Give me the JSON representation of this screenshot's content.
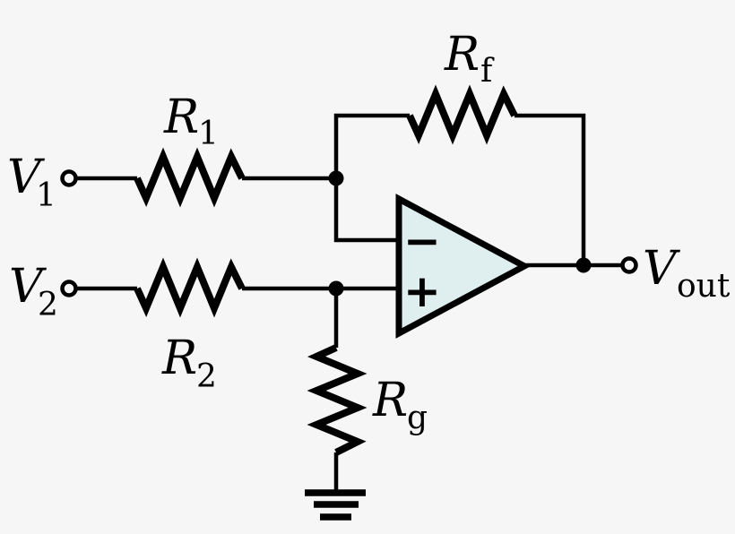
{
  "circuit": {
    "type": "op-amp differential amplifier schematic",
    "background_color": "#f6f6f6",
    "line_color": "#000000",
    "opamp": {
      "fill_color": "#dfeeee",
      "inverting_input_symbol": "−",
      "noninverting_input_symbol": "+"
    },
    "labels": {
      "v1": {
        "main": "V",
        "sub": "1"
      },
      "r1": {
        "main": "R",
        "sub": "1"
      },
      "rf": {
        "main": "R",
        "sub": "f"
      },
      "v2": {
        "main": "V",
        "sub": "2"
      },
      "r2": {
        "main": "R",
        "sub": "2"
      },
      "rg": {
        "main": "R",
        "sub": "g"
      },
      "vout": {
        "main": "V",
        "sub": "out"
      }
    }
  }
}
